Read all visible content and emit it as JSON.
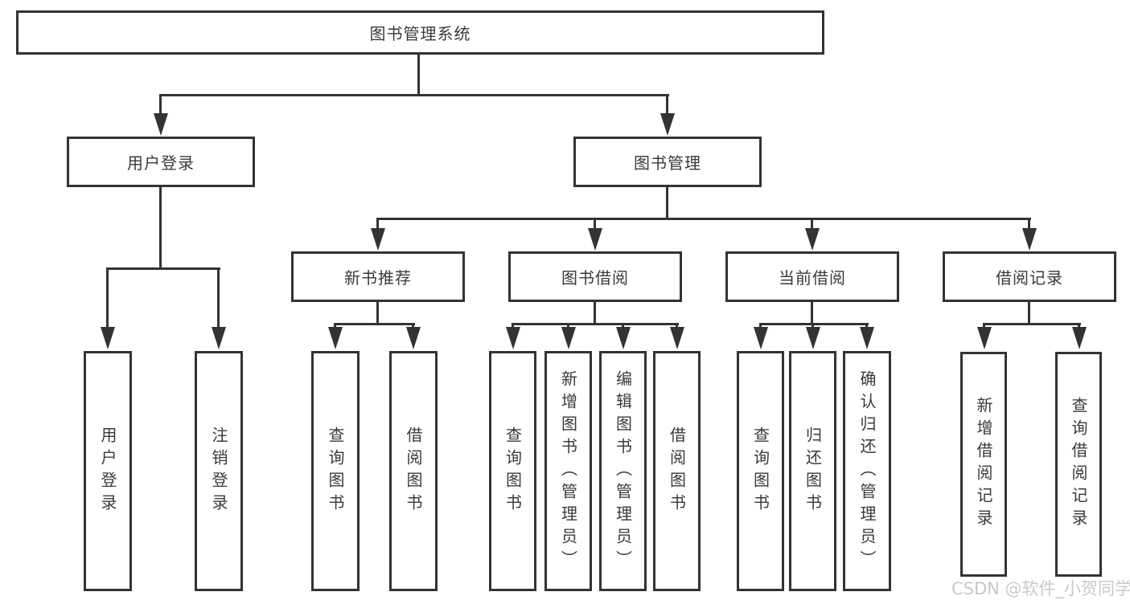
{
  "tree": {
    "label": "图书管理系统",
    "children": [
      {
        "label": "用户登录",
        "children": [
          {
            "label": "用户登录"
          },
          {
            "label": "注销登录"
          }
        ]
      },
      {
        "label": "图书管理",
        "children": [
          {
            "label": "新书推荐",
            "children": [
              {
                "label": "查询图书"
              },
              {
                "label": "借阅图书"
              }
            ]
          },
          {
            "label": "图书借阅",
            "children": [
              {
                "label": "查询图书"
              },
              {
                "label": "新增图书（管理员）"
              },
              {
                "label": "编辑图书（管理员）"
              },
              {
                "label": "借阅图书"
              }
            ]
          },
          {
            "label": "当前借阅",
            "children": [
              {
                "label": "查询图书"
              },
              {
                "label": "归还图书"
              },
              {
                "label": "确认归还（管理员）"
              }
            ]
          },
          {
            "label": "借阅记录",
            "children": [
              {
                "label": "新增借阅记录"
              },
              {
                "label": "查询借阅记录"
              }
            ]
          }
        ]
      }
    ]
  },
  "watermark": "CSDN @软件_小贺同学",
  "colors": {
    "line": "#333333",
    "text": "#3a3a3a",
    "background": "#ffffff",
    "watermark": "#c9c9c9"
  }
}
